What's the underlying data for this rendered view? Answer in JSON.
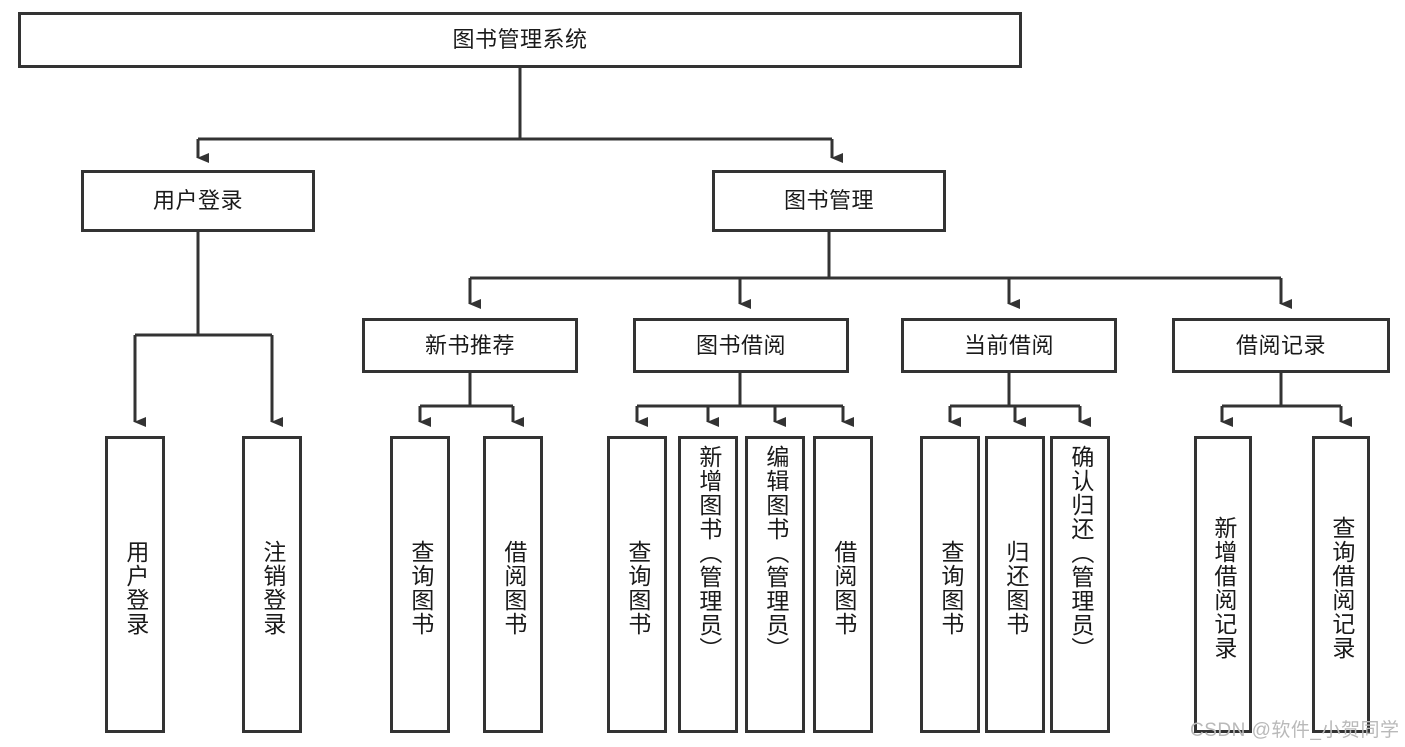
{
  "diagram": {
    "type": "tree",
    "title_node": {
      "label": "图书管理系统"
    },
    "level2": [
      {
        "label": "用户登录"
      },
      {
        "label": "图书管理"
      }
    ],
    "level3": [
      {
        "label": "新书推荐"
      },
      {
        "label": "图书借阅"
      },
      {
        "label": "当前借阅"
      },
      {
        "label": "借阅记录"
      }
    ],
    "leaves": {
      "user_login": [
        {
          "label": "用户登录"
        },
        {
          "label": "注销登录"
        }
      ],
      "new_book_recommend": [
        {
          "label": "查询图书"
        },
        {
          "label": "借阅图书"
        }
      ],
      "book_borrow": [
        {
          "label": "查询图书"
        },
        {
          "label": "新增图书（管理员）"
        },
        {
          "label": "编辑图书（管理员）"
        },
        {
          "label": "借阅图书"
        }
      ],
      "current_borrow": [
        {
          "label": "查询图书"
        },
        {
          "label": "归还图书"
        },
        {
          "label": "确认归还（管理员）"
        }
      ],
      "borrow_records": [
        {
          "label": "新增借阅记录"
        },
        {
          "label": "查询借阅记录"
        }
      ]
    }
  },
  "watermark": {
    "text": "CSDN @软件_小贺同学"
  },
  "colors": {
    "stroke": "#333333",
    "box_fill": "#ffffff",
    "text": "#1a1a1a",
    "watermark": "#b9b9b9"
  }
}
